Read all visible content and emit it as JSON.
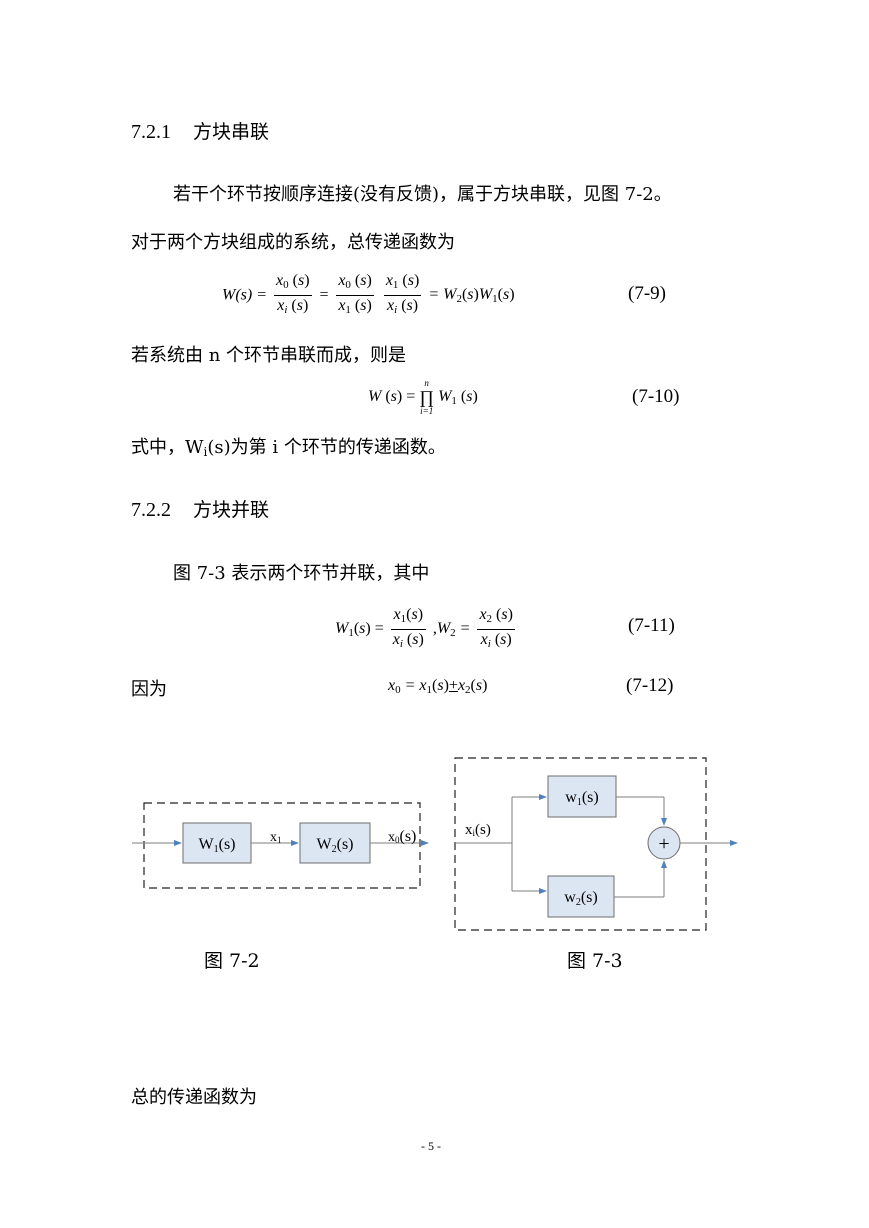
{
  "section1": {
    "number": "7.2.1",
    "title": "方块串联"
  },
  "para1": "若干个环节按顺序连接(没有反馈)，属于方块串联，见图 7-2。",
  "para2": "对于两个方块组成的系统，总传递函数为",
  "eq79": {
    "lhs": "W(s)",
    "f1_num": "x0(s)",
    "f1_den": "xi(s)",
    "f2_num": "x0(s)",
    "f2_den": "x1(s)",
    "f3_num": "x1(s)",
    "f3_den": "xi(s)",
    "rhs": "W2(s)W1(s)",
    "number": "(7-9)"
  },
  "para3": "若系统由 n 个环节串联而成，则是",
  "eq710": {
    "lhs": "W(s)",
    "prod_upper": "n",
    "prod_lower": "i=1",
    "rhs": "W1(s)",
    "number": "(7-10)"
  },
  "para4": "式中，Wi(s)为第 i 个环节的传递函数。",
  "section2": {
    "number": "7.2.2",
    "title": "方块并联"
  },
  "para5": "图 7-3 表示两个环节并联，其中",
  "eq711": {
    "w1": "W1(s)",
    "w1_num": "x1(s)",
    "w1_den": "xi(s)",
    "w2": "W2",
    "w2_num": "x2(s)",
    "w2_den": "xi(s)",
    "number": "(7-11)"
  },
  "para6": "因为",
  "eq712": {
    "expr": "x0 = x1(s)±x2(s)",
    "number": "(7-12)"
  },
  "fig72": {
    "block1": "W1(s)",
    "signal_mid": "x1",
    "block2": "W2(s)",
    "output": "x0(s)",
    "caption": "图  7-2"
  },
  "fig73": {
    "input": "xi(s)",
    "block1": "w1(s)",
    "block2": "w2(s)",
    "summer": "+",
    "caption": "图 7-3"
  },
  "para7": "总的传递函数为",
  "page_number": "- 5 -",
  "colors": {
    "block_fill": "#dce6f2",
    "line": "#7f7f7f",
    "arrow": "#4f81bd"
  }
}
